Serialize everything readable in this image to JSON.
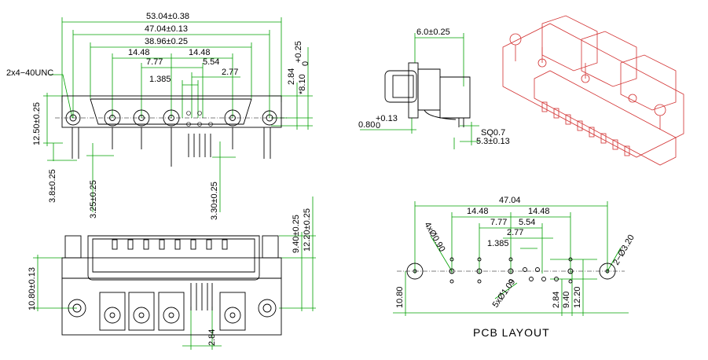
{
  "dims": {
    "overall_width": "53.04±0.38",
    "mount_hole_pitch": "47.04±0.13",
    "shell_width": "38.96±0.25",
    "pin_pitch_left": "14.48",
    "pin_pitch_right": "14.48",
    "signal_pitch_a": "7.77",
    "signal_pitch_b": "5.54",
    "signal_pitch_c": "2.77",
    "signal_pitch_d": "1.385",
    "thread": "2x4−40UNC",
    "row_offset": "2.84",
    "height_total": "*8.10",
    "height_total_tol_upper": "+0.25",
    "height_total_tol_lower": "0",
    "flange_height": "12.50±0.25",
    "leg_length": "3.8±0.25",
    "pin_length_large": "3.25±0.25",
    "pin_length_signal": "3.30±0.25",
    "side_depth": "6.0±0.25",
    "side_offset": "0.80",
    "side_offset_tol_upper": "+0.13",
    "side_offset_tol_lower": "0",
    "sq_pin": "SQ0.7",
    "side_pin_len": "5.3±0.13",
    "front_h1": "9.40±0.25",
    "front_h2": "12.20±0.25",
    "front_left": "10.80±0.13",
    "front_pitch": "2.84"
  },
  "pcb": {
    "title": "PCB LAYOUT",
    "width": "47.04",
    "pitch_left": "14.48",
    "pitch_right": "14.48",
    "p7_77": "7.77",
    "p5_54": "5.54",
    "p2_77": "2.77",
    "p1_385": "1.385",
    "hole_large": "4xØ0.90",
    "hole_small": "5xØ1.09",
    "hole_mount": "2−Ø3.20",
    "h10_80": "10.80",
    "h2_84": "2.84",
    "h9_40": "9.40",
    "h12_20": "12.20"
  },
  "colors": {
    "dimension": "#00a000",
    "outline": "#000000",
    "iso_view": "#d23030"
  }
}
